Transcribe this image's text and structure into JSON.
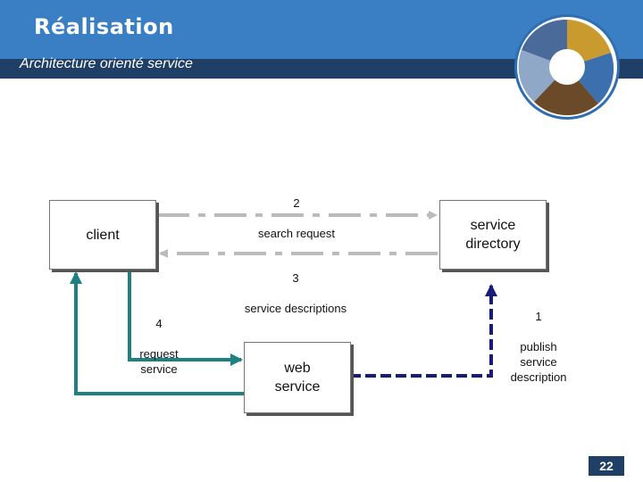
{
  "header": {
    "title": "Réalisation",
    "subtitle": "Architecture orienté service"
  },
  "diagram": {
    "nodes": {
      "client": "client",
      "directory": "service\ndirectory",
      "web_service": "web\nservice"
    },
    "edges": [
      {
        "num": "2",
        "text": "search request"
      },
      {
        "num": "3",
        "text": "service descriptions"
      },
      {
        "num": "4",
        "text": "request\nservice"
      },
      {
        "num": "1",
        "text": "publish\nservice\ndescription"
      }
    ]
  },
  "colors": {
    "header": "#3a7fc4",
    "subtitle_band": "#1f3f66",
    "dashdot": "#bbbbbb",
    "teal": "#1e8080",
    "navy": "#1a1a7a"
  },
  "footer": {
    "page_number": "22"
  }
}
